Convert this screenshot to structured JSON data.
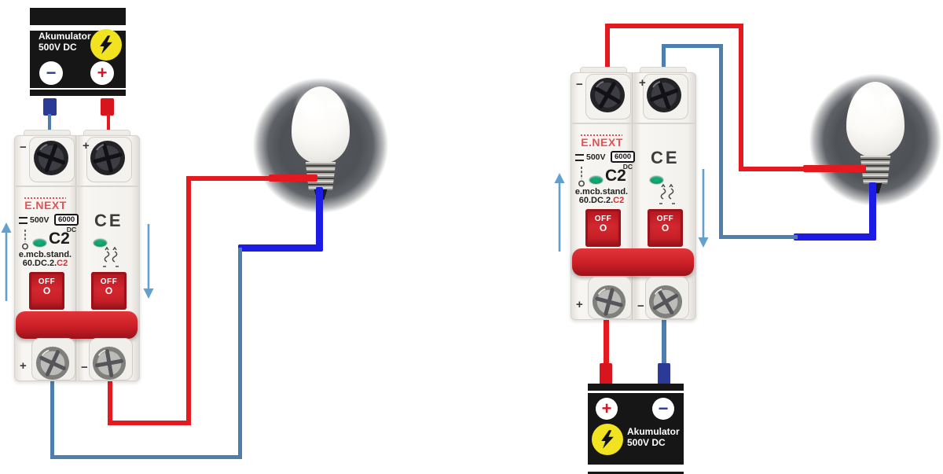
{
  "colors": {
    "background": "#ffffff",
    "wire_red": "#e41a20",
    "wire_blue_thick": "#1c1ce4",
    "wire_blue_thin": "#4d7ead",
    "terminal_navy": "#2b3a96",
    "brand_red": "#e85056",
    "toggle_red": "#c9201f",
    "indicator_green": "#0f9d6c",
    "lightning_yellow": "#f2e320",
    "battery_black": "#161616",
    "arrow_blue": "#64a0cd"
  },
  "symbols": {
    "plus": "+",
    "minus": "−"
  },
  "battery": {
    "title": "Akumulator",
    "subtitle": "500V DC"
  },
  "breaker": {
    "brand": "E.NEXT",
    "voltage": "500V",
    "breaking_capacity": "6000",
    "current_type": "DC",
    "rating": "C2",
    "model_line1": "e.mcb.stand.",
    "model_line2_prefix": "60.DC.2.",
    "model_line2_suffix": "C2",
    "toggle_label": "OFF",
    "toggle_symbol": "O",
    "ce_mark": "CE"
  }
}
